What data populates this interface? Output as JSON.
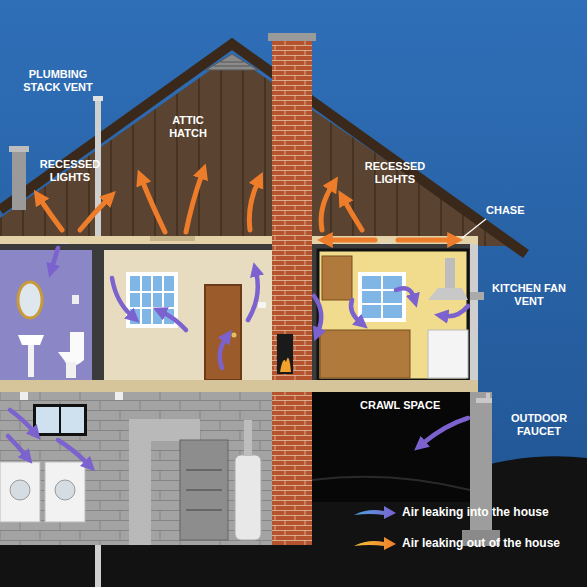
{
  "diagram": {
    "labels": [
      "PLUMBING STACK VENT",
      "RECESSED LIGHTS",
      "ATTIC HATCH",
      "RECESSED LIGHTS",
      "CHASE",
      "KITCHEN FAN VENT",
      "CRAWL SPACE",
      "OUTDOOR FAUCET"
    ],
    "legend": [
      {
        "text": "Air leaking into the house"
      },
      {
        "text": "Air leaking out of the house"
      }
    ]
  }
}
